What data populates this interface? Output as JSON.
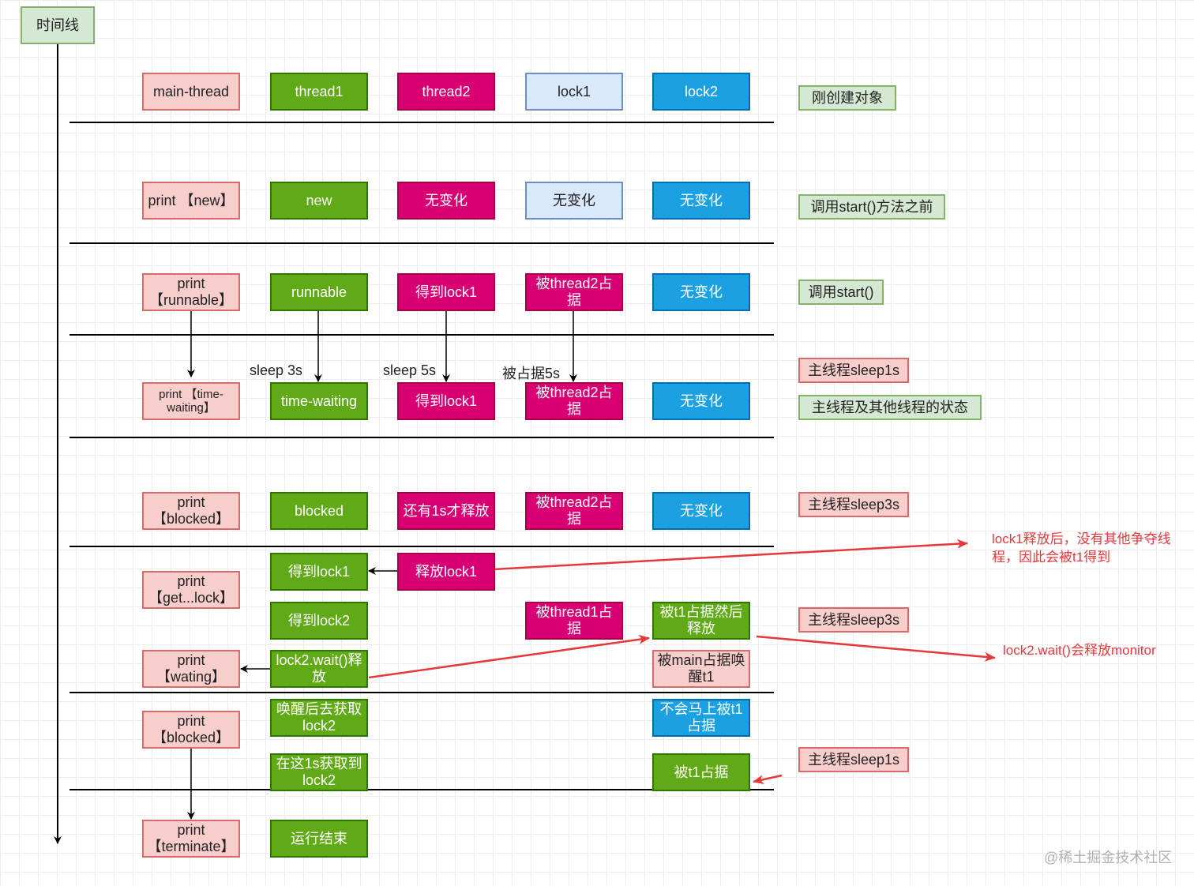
{
  "timeline": {
    "label": "时间线"
  },
  "headers": {
    "main_thread": "main-thread",
    "thread1": "thread1",
    "thread2": "thread2",
    "lock1": "lock1",
    "lock2": "lock2"
  },
  "row_new": {
    "main": "print 【new】",
    "thread1": "new",
    "thread2": "无变化",
    "lock1": "无变化",
    "lock2": "无变化"
  },
  "row_runnable": {
    "main": "print\n【runnable】",
    "thread1": "runnable",
    "thread2": "得到lock1",
    "lock1": "被thread2占据",
    "lock2": "无变化"
  },
  "row_timewait": {
    "main": "print 【time-\nwaiting】",
    "thread1": "time-waiting",
    "thread2": "得到lock1",
    "lock1": "被thread2占据",
    "lock2": "无变化",
    "sleep3": "sleep 3s",
    "sleep5": "sleep 5s",
    "held5": "被占据5s"
  },
  "row_blocked": {
    "main": "print\n【blocked】",
    "thread1": "blocked",
    "thread2": "还有1s才释放",
    "lock1": "被thread2占据",
    "lock2": "无变化"
  },
  "row_getlock": {
    "main": "print\n【get...lock】",
    "thread1_a": "得到lock1",
    "thread2": "释放lock1",
    "thread1_b": "得到lock2",
    "lock1": "被thread1占据",
    "lock2_a": "被t1占据然后\n释放",
    "main_w": "print\n【wating】",
    "thread1_c": "lock2.wait()释\n放",
    "lock2_b": "被main占据唤\n醒t1"
  },
  "row_blocked2": {
    "main": "print\n【blocked】",
    "thread1_a": "唤醒后去获取\nlock2",
    "thread1_b": "在这1s获取到\nlock2",
    "lock2_a": "不会马上被t1\n占据",
    "lock2_b": "被t1占据"
  },
  "row_end": {
    "main": "print\n【terminate】",
    "thread1": "运行结束"
  },
  "stages": {
    "s1": "刚创建对象",
    "s2": "调用start()方法之前",
    "s3": "调用start()",
    "s4": "主线程sleep1s",
    "s5": "主线程及其他线程的状态",
    "s6": "主线程sleep3s",
    "s7": "主线程sleep3s",
    "s8": "主线程sleep1s"
  },
  "notes": {
    "n1": "lock1释放后，没有其他争夺线\n程，因此会被t1得到",
    "n2": "lock2.wait()会释放monitor"
  },
  "watermark": "@稀土掘金技术社区",
  "colors": {
    "pink": "#f8cecc",
    "green": "#60a917",
    "magenta": "#d80073",
    "light_blue": "#dae8fc",
    "blue": "#1ba1e2",
    "light_green": "#d5e8d4",
    "annotation_red": "#e5383b"
  }
}
